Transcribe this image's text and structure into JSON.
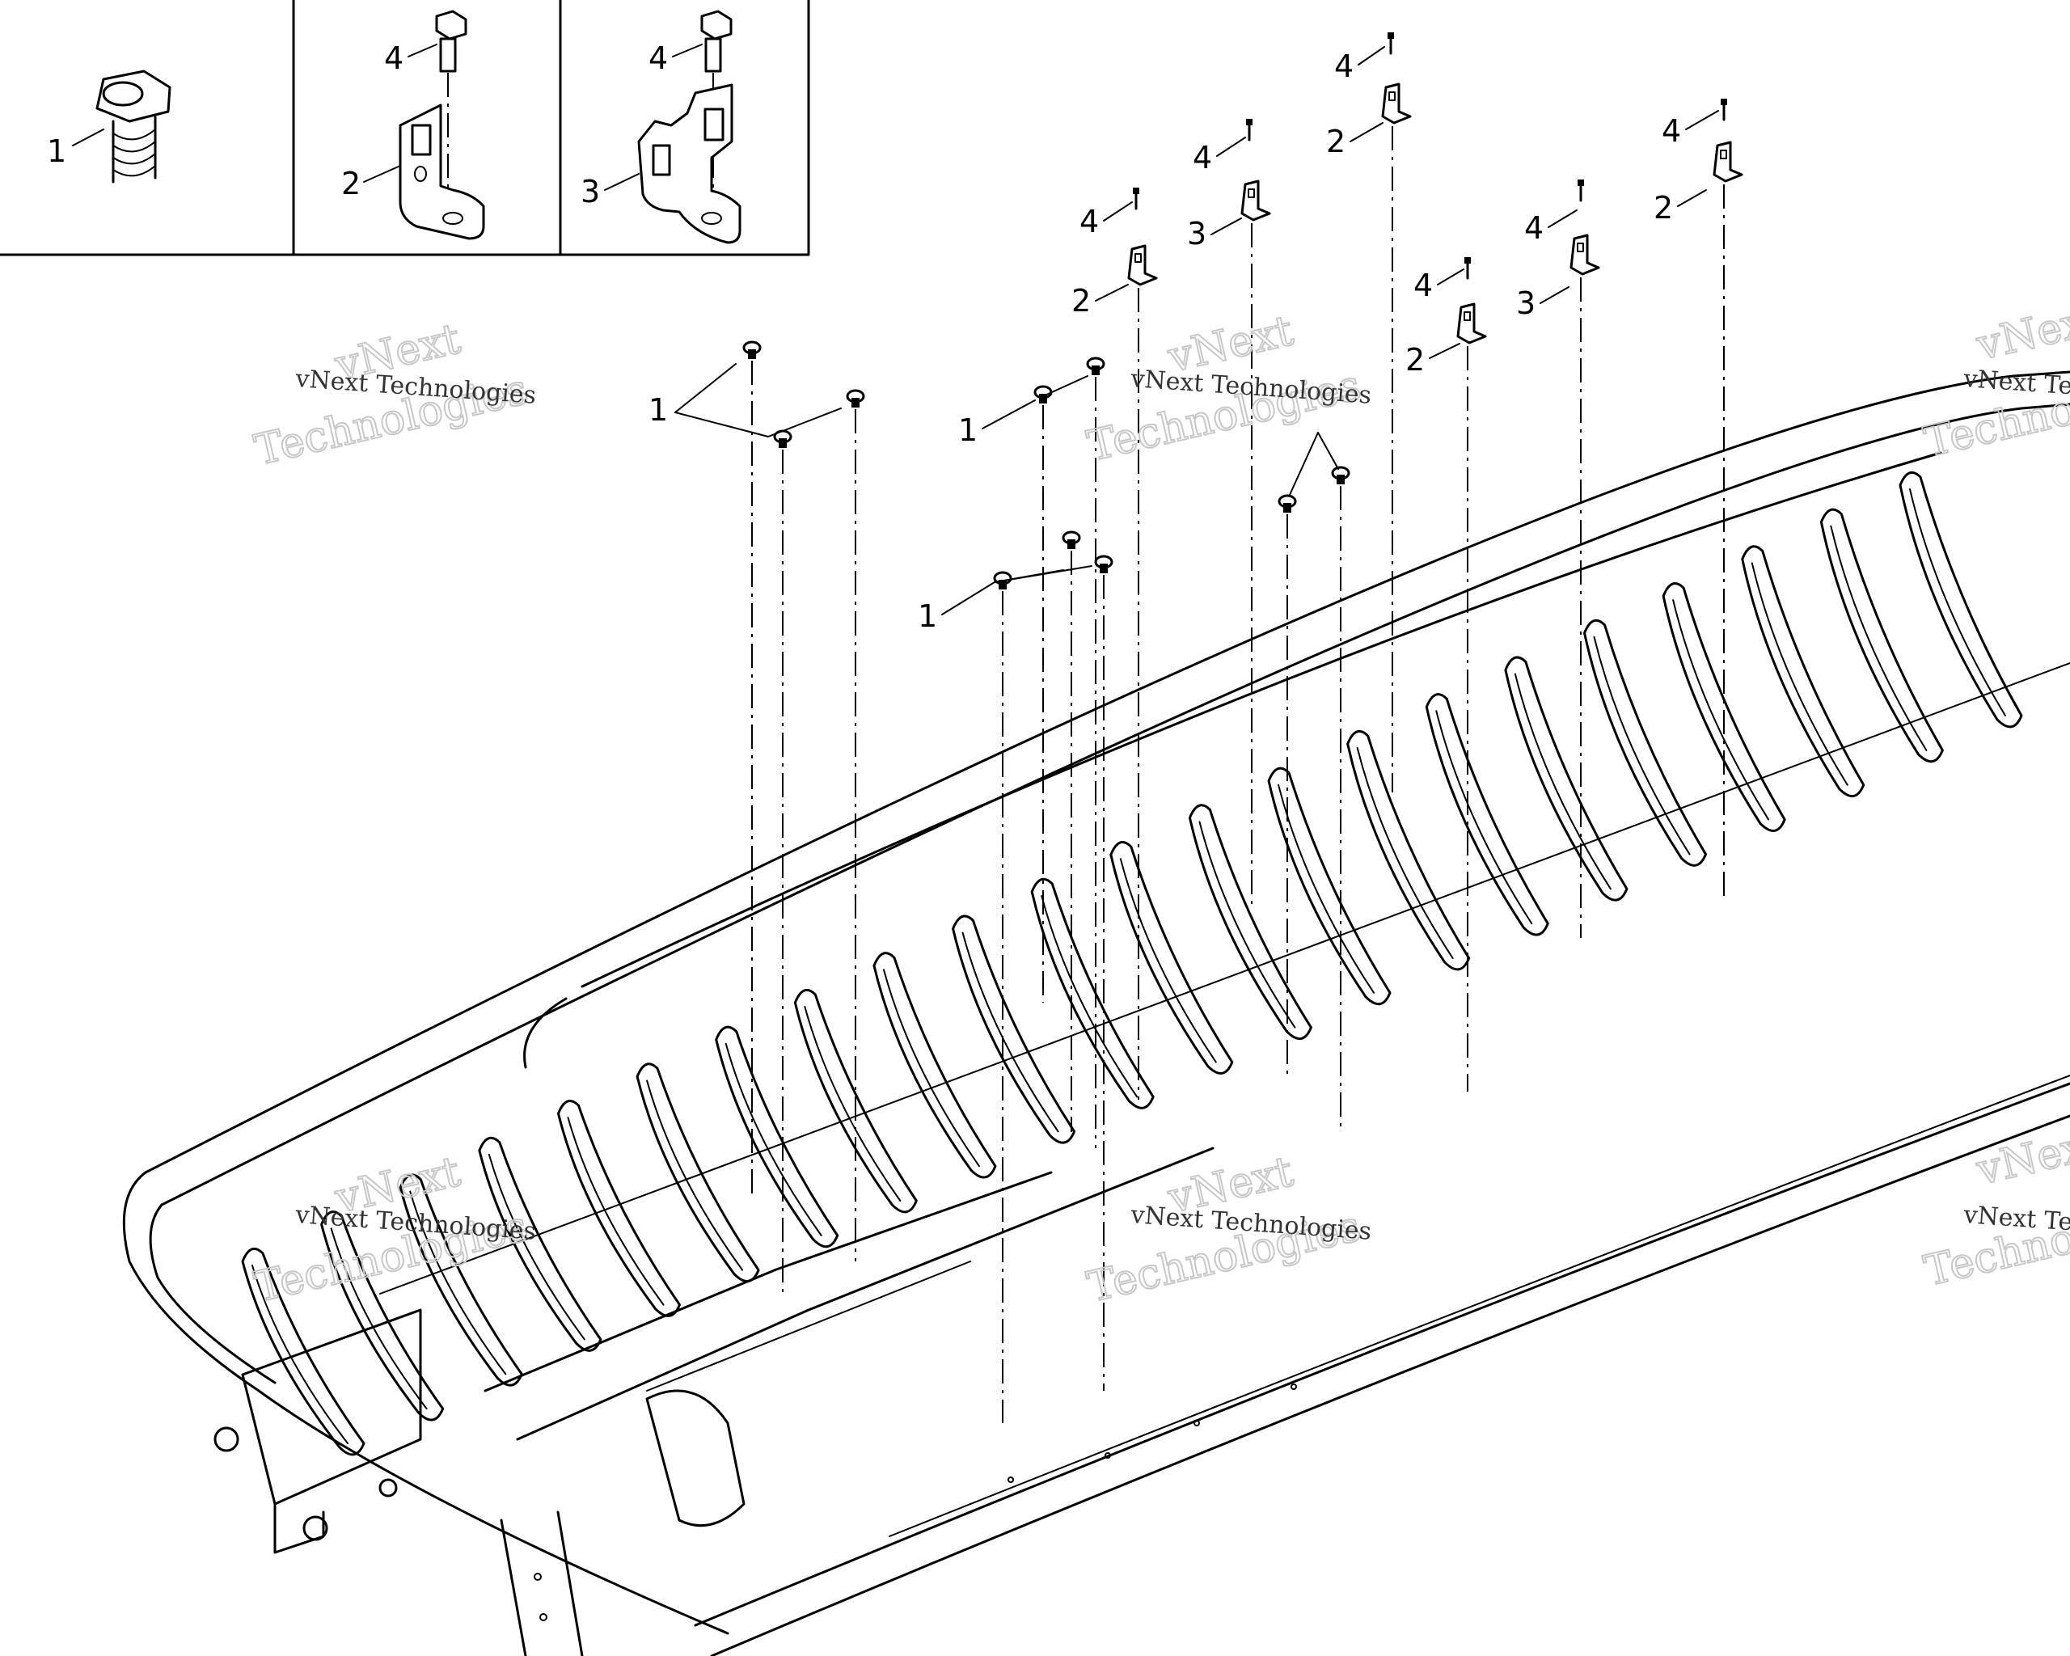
{
  "legend": {
    "cells": [
      {
        "id": "part-1",
        "callout": "1"
      },
      {
        "id": "part-2-4",
        "callouts": [
          "4",
          "2"
        ]
      },
      {
        "id": "part-3-4",
        "callouts": [
          "4",
          "3"
        ]
      }
    ]
  },
  "callouts": {
    "c1": "1",
    "c2": "2",
    "c3": "3",
    "c4": "4"
  },
  "watermark": {
    "company": "vNext Technologies",
    "big_line1": "vNext",
    "big_line2": "Technologies"
  },
  "colors": {
    "line": "#000000",
    "background": "#ffffff",
    "watermark": "#c8c8c8"
  }
}
